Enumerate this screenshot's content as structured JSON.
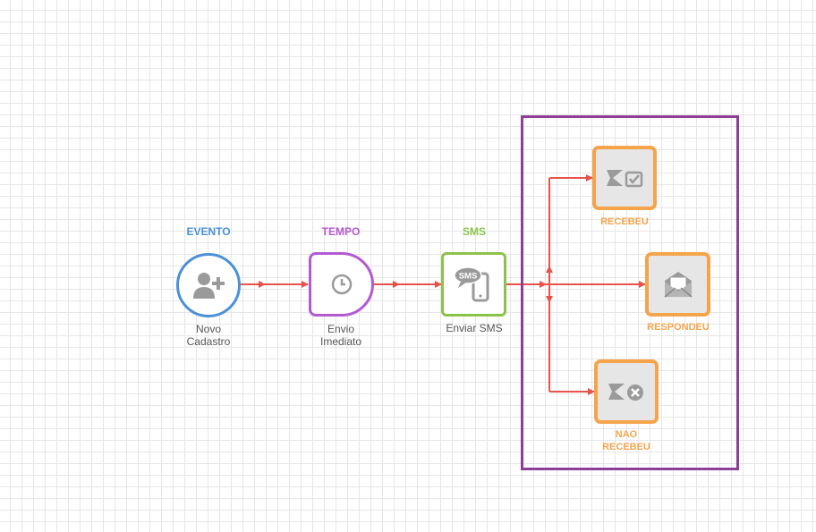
{
  "colors": {
    "evento": "#4a90d9",
    "tempo": "#b458d3",
    "sms": "#8bc34a",
    "outcome": "#f5a44c",
    "connector": "#e8524a",
    "group_border": "#8e3e97",
    "icon_gray": "#9a9a9a"
  },
  "nodes": {
    "evento": {
      "category": "EVENTO",
      "caption": [
        "Novo",
        "Cadastro"
      ],
      "icon": "add-user-icon"
    },
    "tempo": {
      "category": "TEMPO",
      "caption": [
        "Envio",
        "Imediato"
      ],
      "icon": "clock-icon"
    },
    "sms": {
      "category": "SMS",
      "caption": [
        "Enviar SMS"
      ],
      "icon": "sms-phone-icon",
      "icon_text": "SMS"
    }
  },
  "outcomes": {
    "recebeu": {
      "label": [
        "RECEBEU"
      ],
      "icon": "received-check-icon"
    },
    "respondeu": {
      "label": [
        "RESPONDEU"
      ],
      "icon": "envelope-icon"
    },
    "nao_recebeu": {
      "label": [
        "NAO",
        "RECEBEU"
      ],
      "icon": "not-received-x-icon"
    }
  }
}
